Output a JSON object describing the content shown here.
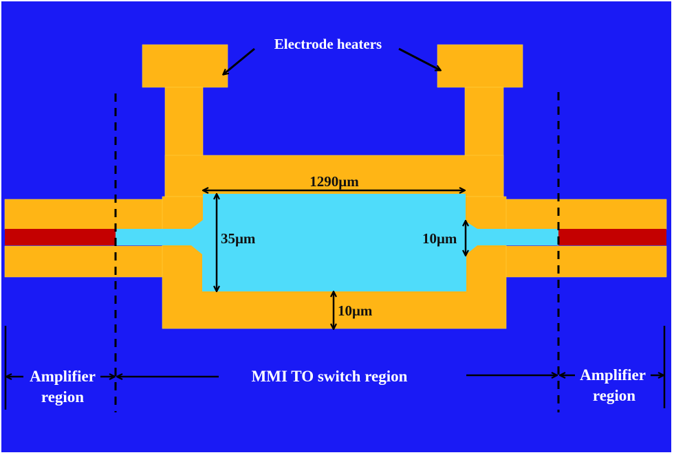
{
  "diagram": {
    "type": "device-layout",
    "colors": {
      "background": "#1a1af5",
      "electrode": "#ffb515",
      "mmi_waveguide": "#4fdcfa",
      "amplifier_waveguide": "#c40000",
      "annotation": "#000000",
      "label_white": "#ffffff"
    },
    "labels": {
      "electrode_heaters": "Electrode heaters",
      "mmi_length": "1290μm",
      "mmi_width": "35μm",
      "taper_width": "10μm",
      "electrode_gap": "10μm",
      "mmi_region": "MMI TO switch region",
      "left_amplifier_line1": "Amplifier",
      "left_amplifier_line2": "region",
      "right_amplifier_line1": "Amplifier",
      "right_amplifier_line2": "region"
    }
  }
}
